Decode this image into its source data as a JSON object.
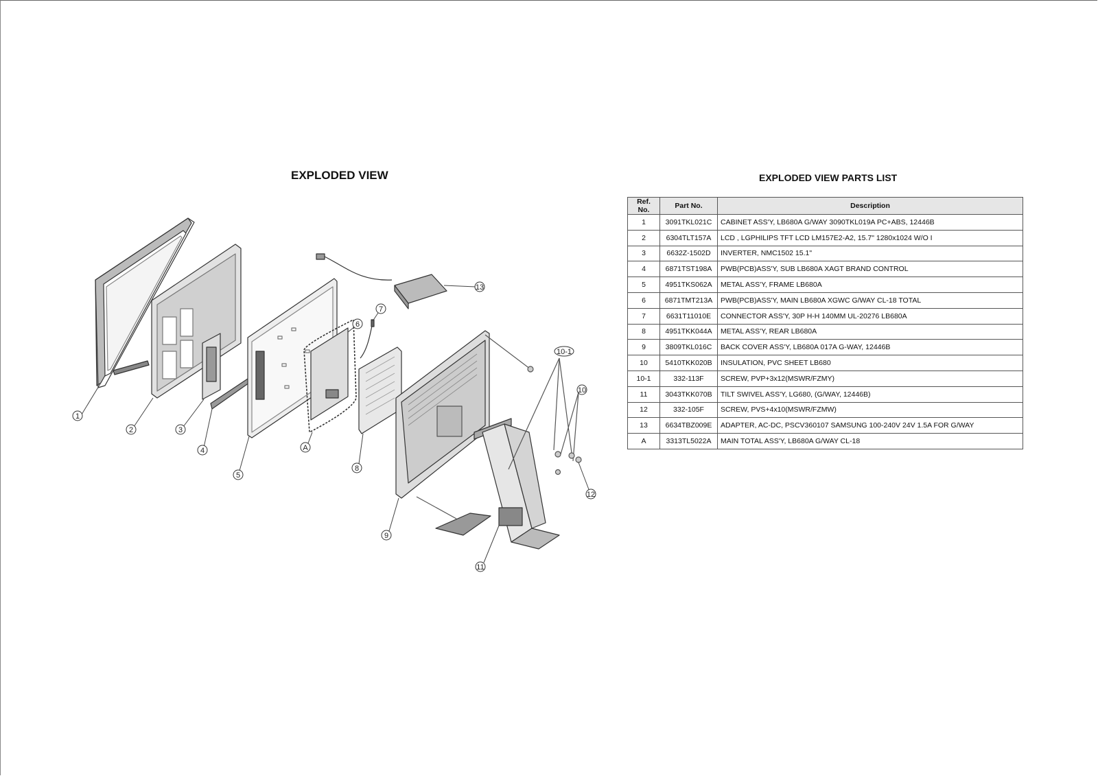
{
  "exploded_view": {
    "title": "EXPLODED VIEW",
    "callouts": [
      "1",
      "2",
      "3",
      "4",
      "5",
      "6",
      "7",
      "8",
      "9",
      "10",
      "10-1",
      "11",
      "12",
      "13",
      "A"
    ]
  },
  "parts_list": {
    "title": "EXPLODED VIEW PARTS LIST",
    "headers": [
      "Ref. No.",
      "Part No.",
      "Description"
    ],
    "rows": [
      {
        "ref": "1",
        "part": "3091TKL021C",
        "desc": "CABINET ASS'Y, LB680A G/WAY 3090TKL019A PC+ABS, 12446B"
      },
      {
        "ref": "2",
        "part": "6304TLT157A",
        "desc": "LCD , LGPHILIPS TFT LCD LM157E2-A2, 15.7\" 1280x1024 W/O I"
      },
      {
        "ref": "3",
        "part": "6632Z-1502D",
        "desc": "INVERTER, NMC1502 15.1\""
      },
      {
        "ref": "4",
        "part": "6871TST198A",
        "desc": "PWB(PCB)ASS'Y, SUB LB680A XAGT BRAND CONTROL"
      },
      {
        "ref": "5",
        "part": "4951TKS062A",
        "desc": "METAL ASS'Y, FRAME LB680A"
      },
      {
        "ref": "6",
        "part": "6871TMT213A",
        "desc": "PWB(PCB)ASS'Y, MAIN LB680A XGWC G/WAY CL-18 TOTAL"
      },
      {
        "ref": "7",
        "part": "6631T11010E",
        "desc": "CONNECTOR ASS'Y, 30P H-H 140MM UL-20276 LB680A"
      },
      {
        "ref": "8",
        "part": "4951TKK044A",
        "desc": "METAL  ASS'Y, REAR LB680A"
      },
      {
        "ref": "9",
        "part": "3809TKL016C",
        "desc": "BACK COVER ASS'Y, LB680A 017A G-WAY, 12446B"
      },
      {
        "ref": "10",
        "part": "5410TKK020B",
        "desc": "INSULATION, PVC SHEET LB680"
      },
      {
        "ref": "10-1",
        "part": "332-113F",
        "desc": "SCREW, PVP+3x12(MSWR/FZMY)"
      },
      {
        "ref": "11",
        "part": "3043TKK070B",
        "desc": "TILT SWIVEL ASS'Y, LG680, (G/WAY, 12446B)"
      },
      {
        "ref": "12",
        "part": "332-105F",
        "desc": "SCREW, PVS+4x10(MSWR/FZMW)"
      },
      {
        "ref": "13",
        "part": "6634TBZ009E",
        "desc": "ADAPTER, AC-DC, PSCV360107 SAMSUNG 100-240V 24V 1.5A FOR G/WAY"
      },
      {
        "ref": "A",
        "part": "3313TL5022A",
        "desc": "MAIN TOTAL ASS'Y, LB680A G/WAY CL-18"
      }
    ]
  }
}
